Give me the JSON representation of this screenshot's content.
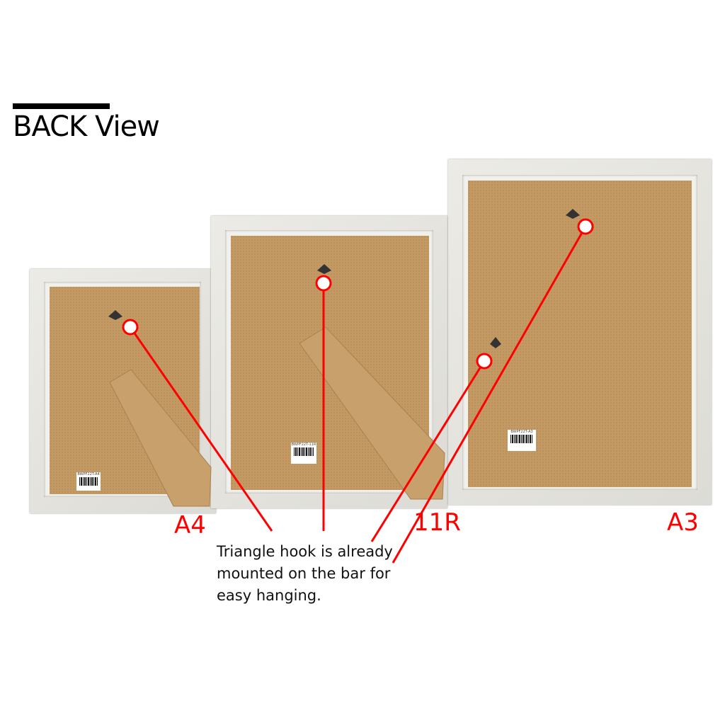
{
  "title": "BACK View",
  "frames": [
    {
      "size": "A4",
      "label_code": "BWPF22T-A4"
    },
    {
      "size": "11R",
      "label_code": "BWPF22T-11R"
    },
    {
      "size": "A3",
      "label_code": "BWPF22T-A3"
    }
  ],
  "note": {
    "lines": [
      "Triangle hook is already",
      "mounted on the bar for",
      "easy hanging."
    ]
  },
  "colors": {
    "annotation": "#ff0000",
    "backing": "#c39a64",
    "frame": "#e6e5e0"
  }
}
